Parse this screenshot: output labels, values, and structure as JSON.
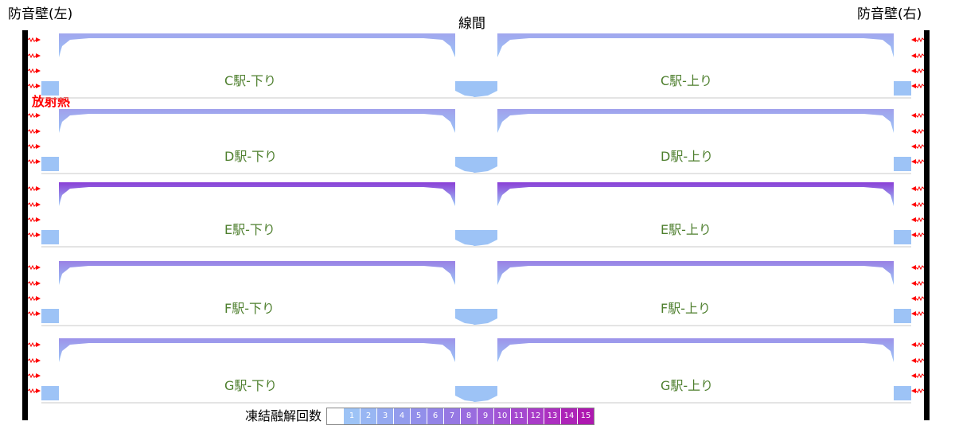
{
  "labels": {
    "wall_left": "防音壁(左)",
    "wall_right": "防音壁(右)",
    "center": "線間",
    "radiation": "放射熱"
  },
  "panels": [
    {
      "left": "C駅-下り",
      "right": "C駅-上り",
      "intensity": 0.15
    },
    {
      "left": "D駅-下り",
      "right": "D駅-上り",
      "intensity": 0.2
    },
    {
      "left": "E駅-下り",
      "right": "E駅-上り",
      "intensity": 1.0
    },
    {
      "left": "F駅-下り",
      "right": "F駅-上り",
      "intensity": 0.45
    },
    {
      "left": "G駅-下り",
      "right": "G駅-上り",
      "intensity": 0.3
    }
  ],
  "legend": {
    "title": "凍結融解回数",
    "values": [
      "",
      "1",
      "2",
      "3",
      "4",
      "5",
      "6",
      "7",
      "8",
      "9",
      "10",
      "11",
      "12",
      "13",
      "14",
      "15"
    ],
    "colors": [
      "#ffffff",
      "#9dc3f6",
      "#98b6f3",
      "#95a9f0",
      "#939ced",
      "#928fea",
      "#9384e7",
      "#9678e3",
      "#996cdf",
      "#9d60da",
      "#a154d5",
      "#a548cf",
      "#a93cc8",
      "#ac30c0",
      "#ad24b8",
      "#ae18b0"
    ],
    "colors_meta": "white then blue→purple"
  },
  "colors": {
    "radiation": "#ff0000",
    "panel_label": "#4e7f2e",
    "wall": "#000000"
  }
}
